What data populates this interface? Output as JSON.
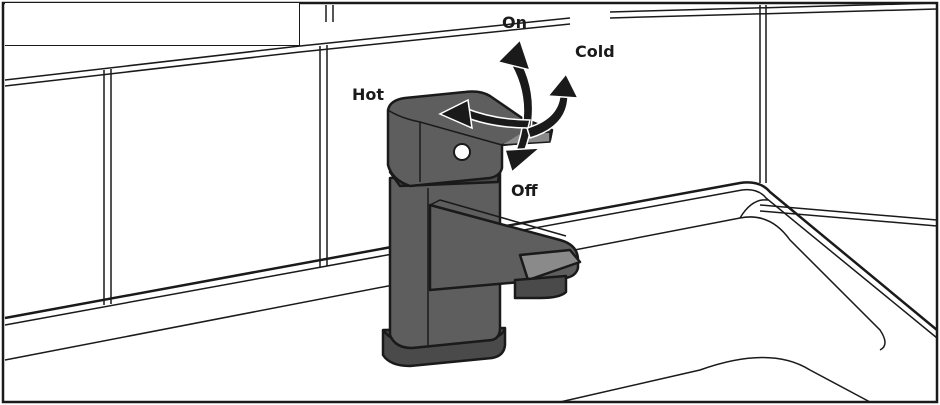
{
  "labels": {
    "on": "On",
    "cold": "Cold",
    "hot": "Hot",
    "off": "Off"
  },
  "colors": {
    "line": "#1a1a1a",
    "tap_fill": "#5e5e5e",
    "tap_dark": "#4a4a4a",
    "tap_light": "#8a8a8a",
    "background": "#ffffff"
  },
  "icons": {
    "on_off_arrow": "double-headed-curved-arrow",
    "hot_arrow": "curved-arrow-left",
    "cold_arrow": "curved-arrow-right"
  }
}
